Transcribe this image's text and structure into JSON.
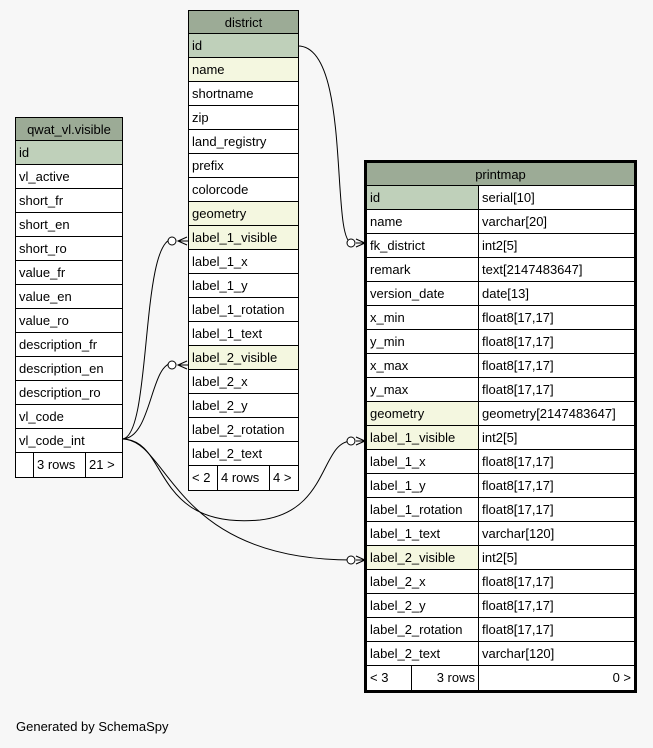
{
  "district": {
    "title": "district",
    "rows": [
      {
        "name": "id",
        "type": "pk"
      },
      {
        "name": "name",
        "type": "idx"
      },
      {
        "name": "shortname",
        "type": ""
      },
      {
        "name": "zip",
        "type": ""
      },
      {
        "name": "land_registry",
        "type": ""
      },
      {
        "name": "prefix",
        "type": ""
      },
      {
        "name": "colorcode",
        "type": ""
      },
      {
        "name": "geometry",
        "type": "idx"
      },
      {
        "name": "label_1_visible",
        "type": "idx"
      },
      {
        "name": "label_1_x",
        "type": ""
      },
      {
        "name": "label_1_y",
        "type": ""
      },
      {
        "name": "label_1_rotation",
        "type": ""
      },
      {
        "name": "label_1_text",
        "type": ""
      },
      {
        "name": "label_2_visible",
        "type": "idx"
      },
      {
        "name": "label_2_x",
        "type": ""
      },
      {
        "name": "label_2_y",
        "type": ""
      },
      {
        "name": "label_2_rotation",
        "type": ""
      },
      {
        "name": "label_2_text",
        "type": ""
      }
    ],
    "footer": {
      "parents": "< 2",
      "rows": "4 rows",
      "children": "4 >"
    }
  },
  "visible": {
    "title": "qwat_vl.visible",
    "rows": [
      {
        "name": "id",
        "type": "pk"
      },
      {
        "name": "vl_active",
        "type": ""
      },
      {
        "name": "short_fr",
        "type": ""
      },
      {
        "name": "short_en",
        "type": ""
      },
      {
        "name": "short_ro",
        "type": ""
      },
      {
        "name": "value_fr",
        "type": ""
      },
      {
        "name": "value_en",
        "type": ""
      },
      {
        "name": "value_ro",
        "type": ""
      },
      {
        "name": "description_fr",
        "type": ""
      },
      {
        "name": "description_en",
        "type": ""
      },
      {
        "name": "description_ro",
        "type": ""
      },
      {
        "name": "vl_code",
        "type": ""
      },
      {
        "name": "vl_code_int",
        "type": ""
      }
    ],
    "footer": {
      "parents": "",
      "rows": "3 rows",
      "children": "21 >"
    }
  },
  "printmap": {
    "title": "printmap",
    "rows": [
      {
        "name": "id",
        "dtype": "serial[10]",
        "type": "pk"
      },
      {
        "name": "name",
        "dtype": "varchar[20]",
        "type": ""
      },
      {
        "name": "fk_district",
        "dtype": "int2[5]",
        "type": ""
      },
      {
        "name": "remark",
        "dtype": "text[2147483647]",
        "type": ""
      },
      {
        "name": "version_date",
        "dtype": "date[13]",
        "type": ""
      },
      {
        "name": "x_min",
        "dtype": "float8[17,17]",
        "type": ""
      },
      {
        "name": "y_min",
        "dtype": "float8[17,17]",
        "type": ""
      },
      {
        "name": "x_max",
        "dtype": "float8[17,17]",
        "type": ""
      },
      {
        "name": "y_max",
        "dtype": "float8[17,17]",
        "type": ""
      },
      {
        "name": "geometry",
        "dtype": "geometry[2147483647]",
        "type": "idx"
      },
      {
        "name": "label_1_visible",
        "dtype": "int2[5]",
        "type": "idx"
      },
      {
        "name": "label_1_x",
        "dtype": "float8[17,17]",
        "type": ""
      },
      {
        "name": "label_1_y",
        "dtype": "float8[17,17]",
        "type": ""
      },
      {
        "name": "label_1_rotation",
        "dtype": "float8[17,17]",
        "type": ""
      },
      {
        "name": "label_1_text",
        "dtype": "varchar[120]",
        "type": ""
      },
      {
        "name": "label_2_visible",
        "dtype": "int2[5]",
        "type": "idx"
      },
      {
        "name": "label_2_x",
        "dtype": "float8[17,17]",
        "type": ""
      },
      {
        "name": "label_2_y",
        "dtype": "float8[17,17]",
        "type": ""
      },
      {
        "name": "label_2_rotation",
        "dtype": "float8[17,17]",
        "type": ""
      },
      {
        "name": "label_2_text",
        "dtype": "varchar[120]",
        "type": ""
      }
    ],
    "footer": {
      "parents": "< 3",
      "rows": "3 rows",
      "children": "0 >"
    }
  },
  "footer_note": "Generated by SchemaSpy"
}
